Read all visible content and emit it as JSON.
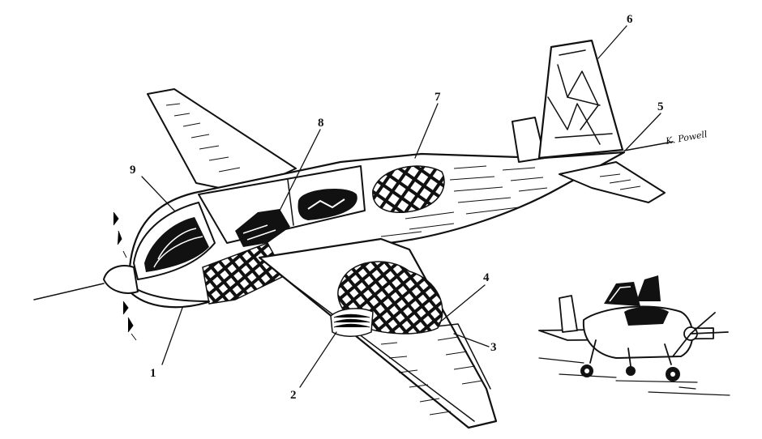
{
  "callouts": [
    {
      "id": "1",
      "label": "1"
    },
    {
      "id": "2",
      "label": "2"
    },
    {
      "id": "3",
      "label": "3"
    },
    {
      "id": "4",
      "label": "4"
    },
    {
      "id": "5",
      "label": "5"
    },
    {
      "id": "6",
      "label": "6"
    },
    {
      "id": "7",
      "label": "7"
    },
    {
      "id": "8",
      "label": "8"
    },
    {
      "id": "9",
      "label": "9"
    }
  ],
  "signature": "K. Powell",
  "colors": {
    "ink": "#111111",
    "paper": "#ffffff"
  }
}
